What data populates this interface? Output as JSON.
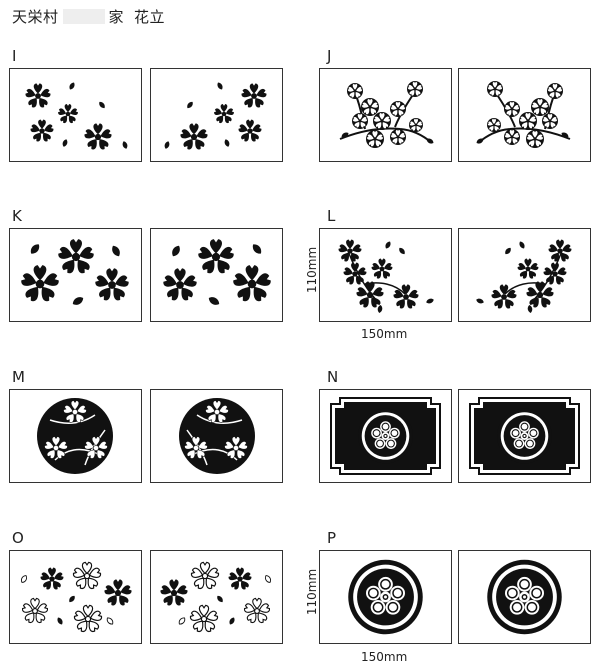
{
  "header": {
    "part1": "天栄村",
    "part2": "家",
    "part3": "花立"
  },
  "designs": [
    {
      "id": "I"
    },
    {
      "id": "J"
    },
    {
      "id": "K"
    },
    {
      "id": "L"
    },
    {
      "id": "M"
    },
    {
      "id": "N"
    },
    {
      "id": "O"
    },
    {
      "id": "P"
    }
  ],
  "dimensions": {
    "height": "110mm",
    "width": "150mm"
  },
  "colors": {
    "ink": "#111111",
    "border": "#333333"
  }
}
